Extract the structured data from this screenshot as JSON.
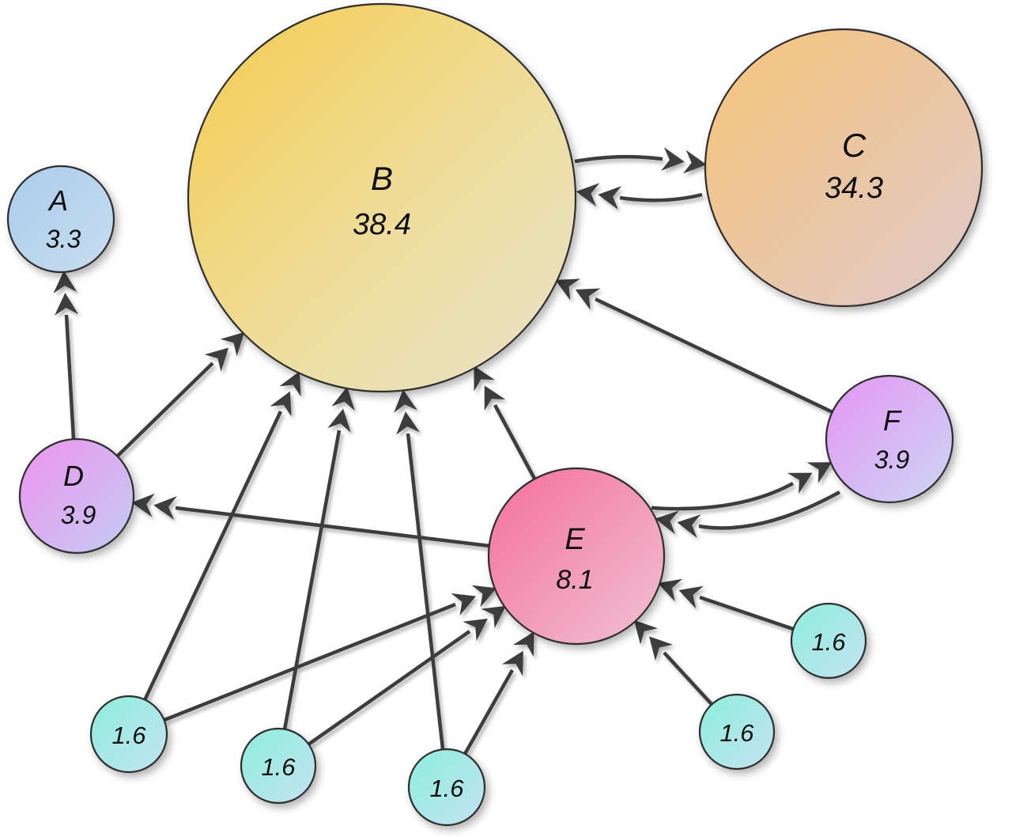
{
  "diagram": {
    "type": "directed-graph",
    "background": "#ffffff",
    "arrow_color": "#3d3d3d",
    "nodes": {
      "A": {
        "label": "A",
        "value": "3.3",
        "color_start": "#a9cdec",
        "color_end": "#c9ddee"
      },
      "B": {
        "label": "B",
        "value": "38.4",
        "color_start": "#f4cc4e",
        "color_end": "#e8e3cc"
      },
      "C": {
        "label": "C",
        "value": "34.3",
        "color_start": "#f7c478",
        "color_end": "#dfc9cc"
      },
      "D": {
        "label": "D",
        "value": "3.9",
        "color_start": "#ef93f0",
        "color_end": "#c3cdf1"
      },
      "E": {
        "label": "E",
        "value": "8.1",
        "color_start": "#f56f9b",
        "color_end": "#f0c2d4"
      },
      "F": {
        "label": "F",
        "value": "3.9",
        "color_start": "#e695f4",
        "color_end": "#cbd7f4"
      },
      "small1": {
        "label": "",
        "value": "1.6",
        "color_start": "#8deedb",
        "color_end": "#c4e3f2"
      },
      "small2": {
        "label": "",
        "value": "1.6",
        "color_start": "#8deedb",
        "color_end": "#c4e3f2"
      },
      "small3": {
        "label": "",
        "value": "1.6",
        "color_start": "#8deedb",
        "color_end": "#c4e3f2"
      },
      "small4": {
        "label": "",
        "value": "1.6",
        "color_start": "#8deedb",
        "color_end": "#c4e3f2"
      },
      "small5": {
        "label": "",
        "value": "1.6",
        "color_start": "#8deedb",
        "color_end": "#c4e3f2"
      }
    },
    "edges": [
      {
        "from": "B",
        "to": "C"
      },
      {
        "from": "C",
        "to": "B"
      },
      {
        "from": "D",
        "to": "A"
      },
      {
        "from": "D",
        "to": "B"
      },
      {
        "from": "E",
        "to": "B"
      },
      {
        "from": "E",
        "to": "D"
      },
      {
        "from": "E",
        "to": "F"
      },
      {
        "from": "F",
        "to": "E"
      },
      {
        "from": "F",
        "to": "B"
      },
      {
        "from": "small1",
        "to": "B"
      },
      {
        "from": "small1",
        "to": "E"
      },
      {
        "from": "small2",
        "to": "B"
      },
      {
        "from": "small2",
        "to": "E"
      },
      {
        "from": "small3",
        "to": "B"
      },
      {
        "from": "small3",
        "to": "E"
      },
      {
        "from": "small4",
        "to": "E"
      },
      {
        "from": "small5",
        "to": "E"
      }
    ]
  }
}
